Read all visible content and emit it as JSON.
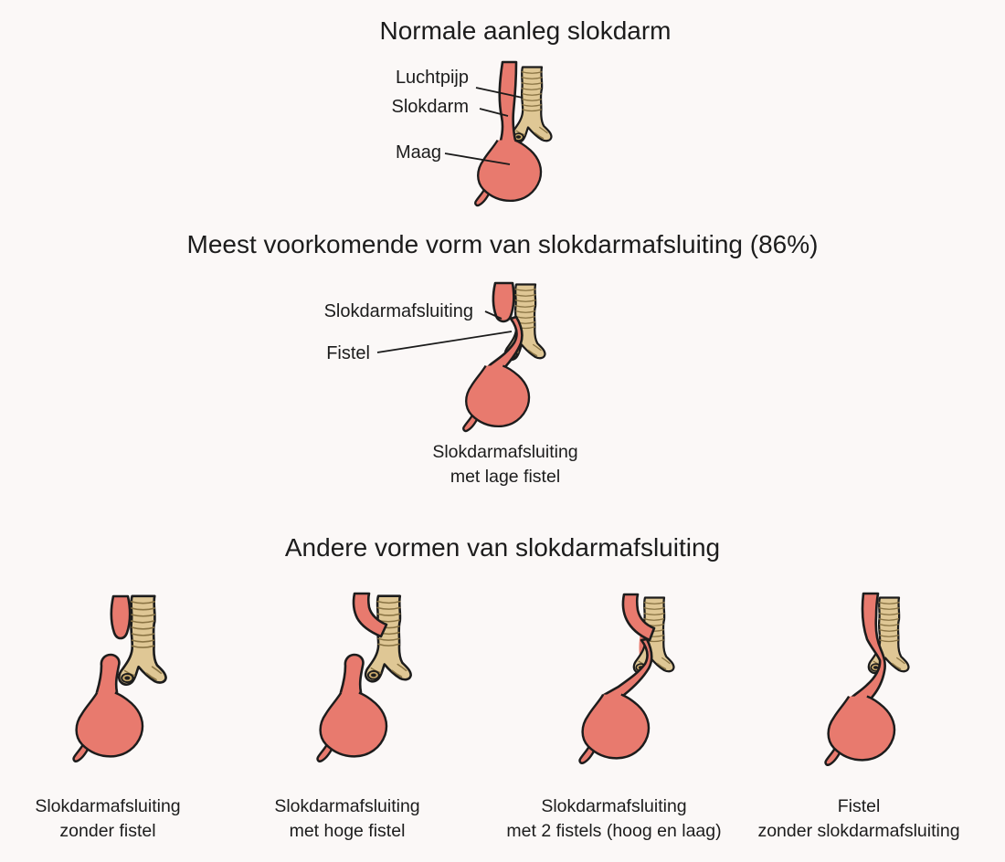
{
  "page": {
    "background": "#FBF8F7",
    "text_color": "#1C1C1C"
  },
  "colors": {
    "organ_red": "#E87A6E",
    "trachea_tan": "#DFC795",
    "trachea_rib": "#8A7444",
    "bronchus_opening_rim": "#C9A96B",
    "bronchus_opening_hole": "#1E1E1E",
    "outline": "#1C1C1C"
  },
  "sections": {
    "normal": {
      "title": "Normale aanleg slokdarm",
      "labels": {
        "trachea": "Luchtpijp",
        "esophagus": "Slokdarm",
        "stomach": "Maag"
      }
    },
    "common": {
      "title": "Meest voorkomende vorm van slokdarmafsluiting (86%)",
      "labels": {
        "atresia": "Slokdarmafsluiting",
        "fistula": "Fistel"
      },
      "caption_line1": "Slokdarmafsluiting",
      "caption_line2": "met lage fistel"
    },
    "other": {
      "title": "Andere vormen van slokdarmafsluiting",
      "variants": [
        {
          "caption_line1": "Slokdarmafsluiting",
          "caption_line2": "zonder fistel"
        },
        {
          "caption_line1": "Slokdarmafsluiting",
          "caption_line2": "met hoge fistel"
        },
        {
          "caption_line1": "Slokdarmafsluiting",
          "caption_line2": "met 2 fistels (hoog en laag)"
        },
        {
          "caption_line1": "Fistel",
          "caption_line2": "zonder slokdarmafsluiting"
        }
      ]
    }
  }
}
